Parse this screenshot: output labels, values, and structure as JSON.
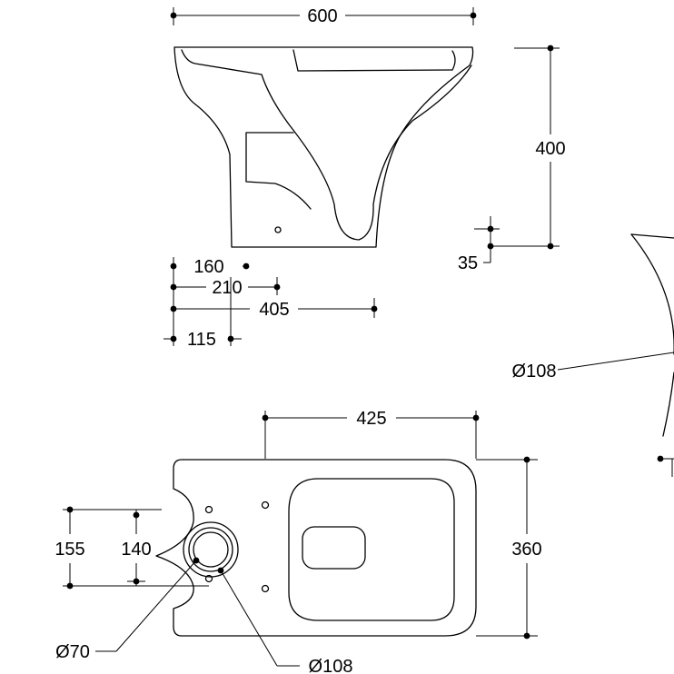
{
  "side_view": {
    "width": "600",
    "height": "400",
    "spigot_height": "35",
    "outlet_160": "160",
    "outlet_210": "210",
    "outlet_405": "405",
    "outlet_115": "115"
  },
  "plan_view": {
    "length": "425",
    "width": "360",
    "fix_155": "155",
    "fix_140": "140",
    "outlet_dia_70": "Ø70",
    "outlet_dia_108": "Ø108"
  },
  "detail_view": {
    "outlet_dia_108": "Ø108"
  }
}
